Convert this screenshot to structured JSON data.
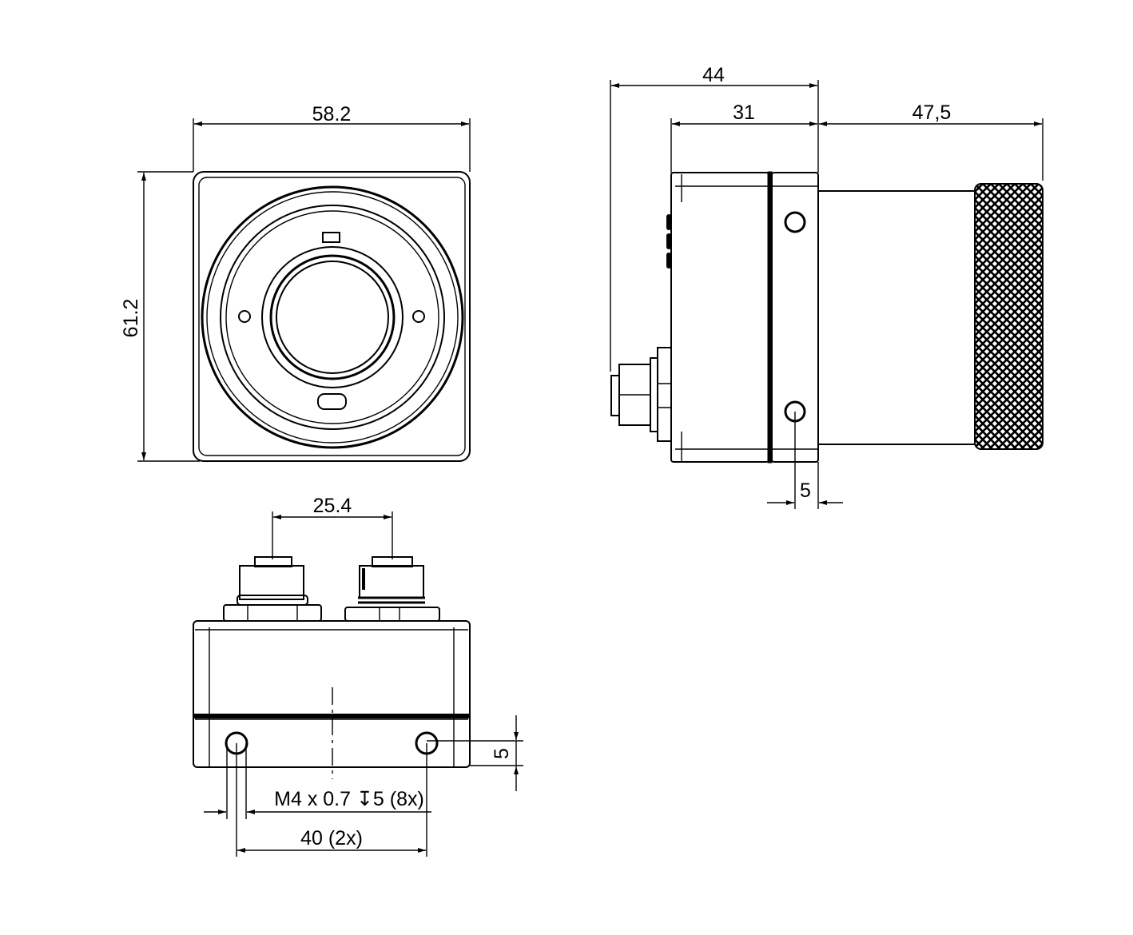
{
  "front_view": {
    "width_label": "58.2",
    "height_label": "61.2"
  },
  "side_view": {
    "overall_label": "44",
    "body_label": "31",
    "lens_label": "47,5",
    "hole_offset_label": "5"
  },
  "bottom_view": {
    "connector_spacing_label": "25.4",
    "hole_offset_label": "5",
    "thread_label": "M4 x 0.7 ↧5 (8x)",
    "hole_spacing_label": "40 (2x)"
  },
  "colors": {
    "line": "#000000",
    "background": "#ffffff"
  }
}
